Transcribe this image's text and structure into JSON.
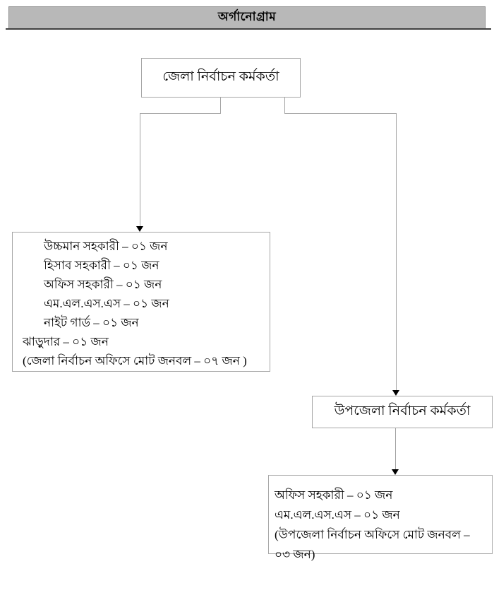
{
  "colors": {
    "header_background": "#b8b8b8",
    "header_underline": "#3f3f3f",
    "box_border": "#a6a6a6",
    "connector_line": "#a3a3a3",
    "text": "#000000",
    "page_background": "#ffffff"
  },
  "header": {
    "title": "অর্গানোগ্রাম"
  },
  "org": {
    "root": {
      "label": "জেলা নির্বাচন কর্মকর্তা"
    },
    "district_staff": {
      "lines": [
        "উচ্চমান সহকারী – ০১ জন",
        "হিসাব সহকারী – ০১ জন",
        "অফিস সহকারী – ০১ জন",
        "এম.এল.এস.এস – ০১ জন",
        "নাইট গার্ড – ০১ জন",
        "ঝাড়ুদার – ০১ জন",
        "(জেলা নির্বাচন অফিসে মোট জনবল – ০৭ জন )"
      ]
    },
    "upazila": {
      "label": "উপজেলা নির্বাচন কর্মকর্তা"
    },
    "upazila_staff": {
      "lines": [
        "অফিস সহকারী – ০১ জন",
        "এম.এল.এস.এস – ০১ জন",
        "(উপজেলা নির্বাচন অফিসে মোট জনবল – ০৩ জন)"
      ]
    }
  }
}
